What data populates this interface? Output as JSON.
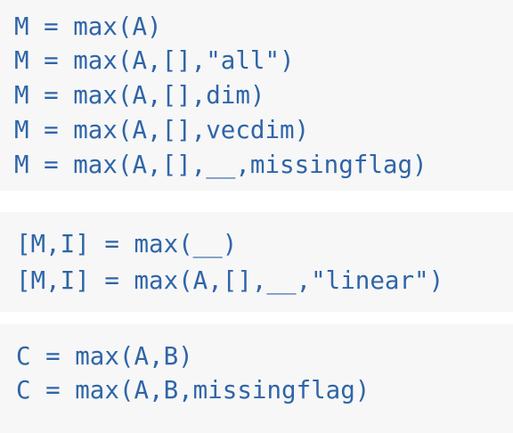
{
  "syntax_groups": [
    {
      "lines": [
        "M = max(A)",
        "M = max(A,[],\"all\")",
        "M = max(A,[],dim)",
        "M = max(A,[],vecdim)",
        "M = max(A,[],__,missingflag)"
      ]
    },
    {
      "lines": [
        "[M,I] = max(__)",
        "[M,I] = max(A,[],__,\"linear\")"
      ]
    },
    {
      "lines": [
        "C = max(A,B)",
        "C = max(A,B,missingflag)"
      ]
    }
  ],
  "colors": {
    "code_text": "#2f65a8",
    "block_background": "#f7f7f7",
    "page_background": "#ffffff"
  }
}
